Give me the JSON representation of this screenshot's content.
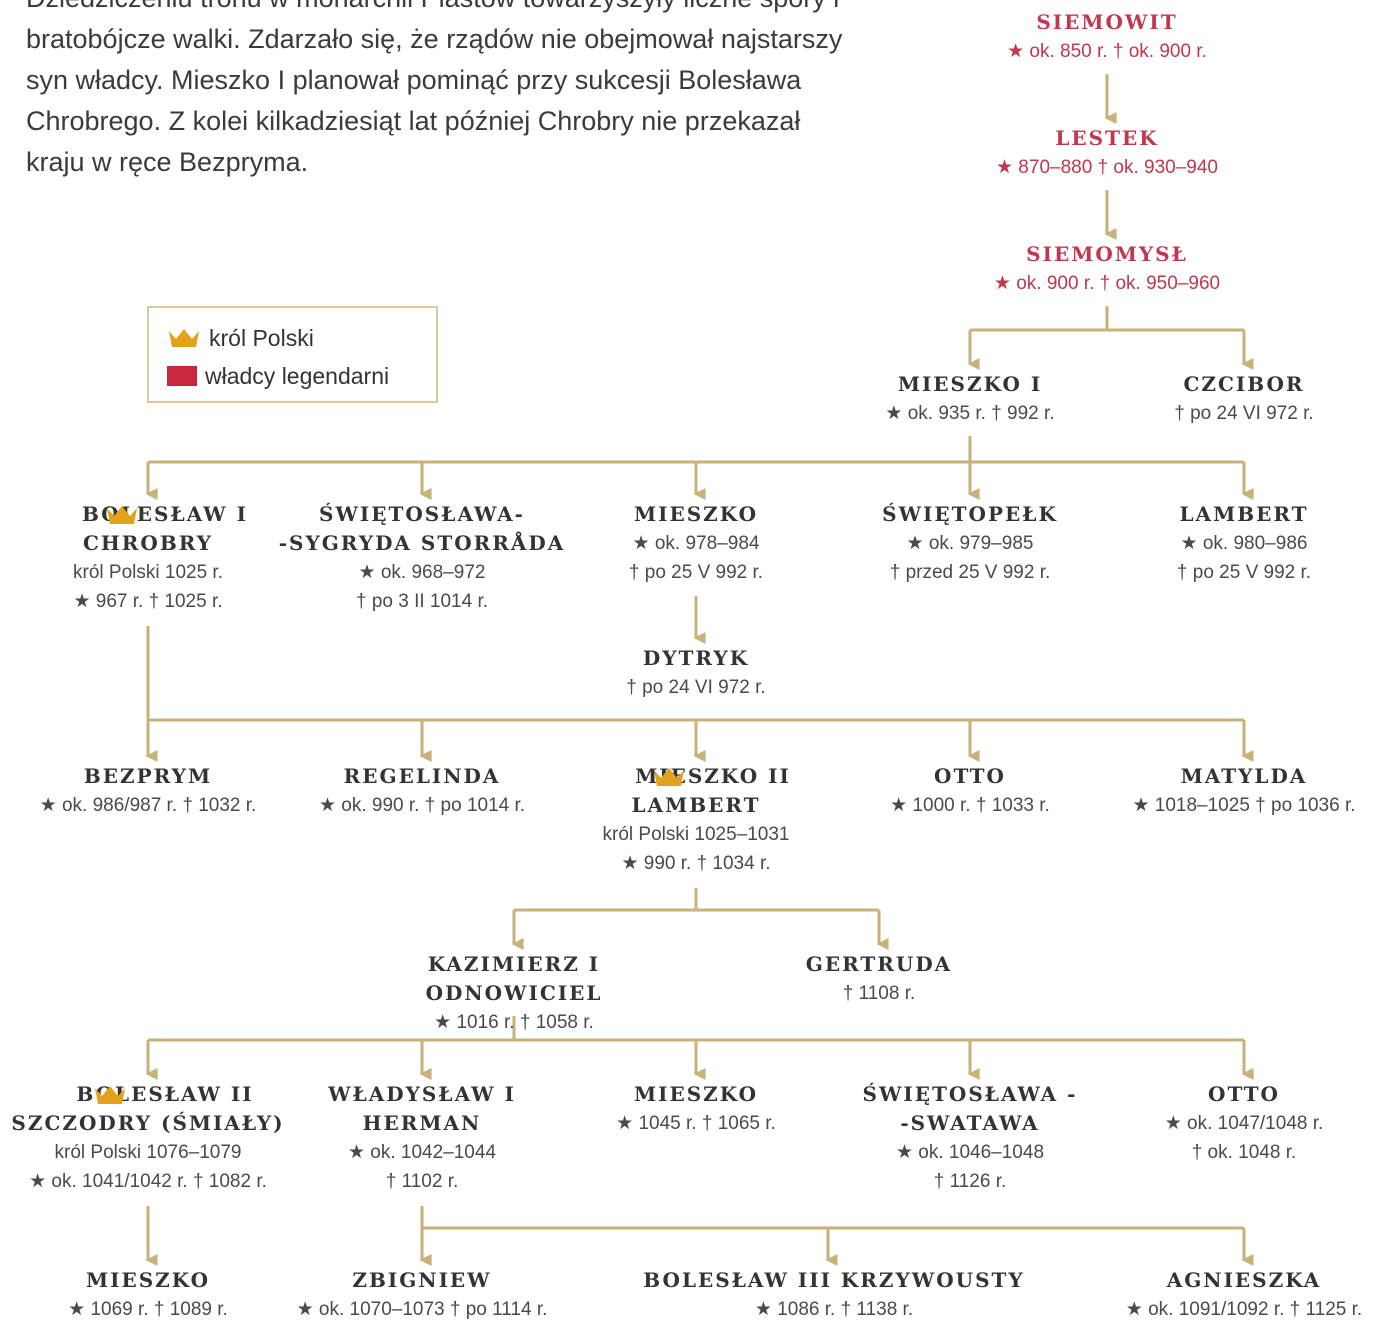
{
  "intro": "Dziedziczeniu tronu w monarchii Piastów towarzyszyły liczne spory i bratobójcze walki. Zdarzało się, że rządów nie obejmował najstarszy syn władcy. Mieszko I planował pominąć przy sukcesji Bolesława Chrobrego. Z kolei kilkadziesiąt lat później Chrobry nie przekazał kraju w ręce Bezpryma.",
  "legend": {
    "king_label": "król Polski",
    "legendary_label": "władcy legendarni",
    "legendary_color": "#c8283d",
    "crown_color": "#e3a21b"
  },
  "line_color": "#c9b27a",
  "people": {
    "siemowit": {
      "name": "SIEMOWIT",
      "info": "★ ok. 850 r.  † ok. 900 r."
    },
    "lestek": {
      "name": "LESTEK",
      "info": "★ 870–880  † ok. 930–940"
    },
    "siemomysl": {
      "name": "SIEMOMYSŁ",
      "info": "★ ok. 900 r.  † ok. 950–960"
    },
    "mieszko1": {
      "name": "MIESZKO I",
      "info": "★ ok. 935 r.  † 992 r."
    },
    "czcibor": {
      "name": "CZCIBOR",
      "info": "† po 24 VI 972 r."
    },
    "boleslaw1": {
      "name": "BOLESŁAW I\nCHROBRY",
      "info": "król Polski 1025 r.\n★ 967 r.  † 1025 r."
    },
    "swietoslawa": {
      "name": "ŚWIĘTOSŁAWA-\n-SYGRYDA STORRÅDA",
      "info": "★ ok. 968–972\n† po 3 II 1014 r."
    },
    "mieszko_a": {
      "name": "MIESZKO",
      "info": "★ ok. 978–984\n† po 25 V 992 r."
    },
    "swietopelk": {
      "name": "ŚWIĘTOPEŁK",
      "info": "★ ok. 979–985\n† przed 25 V 992 r."
    },
    "lambert": {
      "name": "LAMBERT",
      "info": "★ ok. 980–986\n† po 25 V 992 r."
    },
    "dytryk": {
      "name": "DYTRYK",
      "info": "† po 24 VI 972 r."
    },
    "bezprym": {
      "name": "BEZPRYM",
      "info": "★ ok. 986/987 r.  † 1032 r."
    },
    "regelinda": {
      "name": "REGELINDA",
      "info": "★ ok. 990 r.  † po 1014 r."
    },
    "mieszko2": {
      "name": "MIESZKO II\nLAMBERT",
      "info": "król Polski 1025–1031\n★ 990 r.  † 1034 r."
    },
    "otto_a": {
      "name": "OTTO",
      "info": "★ 1000 r.  † 1033 r."
    },
    "matylda": {
      "name": "MATYLDA",
      "info": "★ 1018–1025  † po 1036 r."
    },
    "kazimierz": {
      "name": "KAZIMIERZ I ODNOWICIEL",
      "info": "★ 1016 r.  † 1058 r."
    },
    "gertruda": {
      "name": "GERTRUDA",
      "info": "† 1108 r."
    },
    "boleslaw2": {
      "name": "BOLESŁAW II\nSZCZODRY (ŚMIAŁY)",
      "info": "król Polski 1076–1079\n★ ok. 1041/1042 r.  † 1082 r."
    },
    "wladyslaw": {
      "name": "WŁADYSŁAW I\nHERMAN",
      "info": "★ ok. 1042–1044\n† 1102 r."
    },
    "mieszko_b": {
      "name": "MIESZKO",
      "info": "★ 1045 r.  † 1065 r."
    },
    "swietoslawa2": {
      "name": "ŚWIĘTOSŁAWA -\n-SWATAWA",
      "info": "★ ok. 1046–1048\n† 1126 r."
    },
    "otto_b": {
      "name": "OTTO",
      "info": "★ ok. 1047/1048 r.\n† ok. 1048 r."
    },
    "mieszko_c": {
      "name": "MIESZKO",
      "info": "★ 1069 r.  † 1089 r."
    },
    "zbigniew": {
      "name": "ZBIGNIEW",
      "info": "★ ok. 1070–1073  † po 1114 r."
    },
    "boleslaw3": {
      "name": "BOLESŁAW III KRZYWOUSTY",
      "info": "★ 1086 r.  † 1138 r."
    },
    "agnieszka": {
      "name": "AGNIESZKA",
      "info": "★ ok. 1091/1092 r.  † 1125 r."
    }
  }
}
